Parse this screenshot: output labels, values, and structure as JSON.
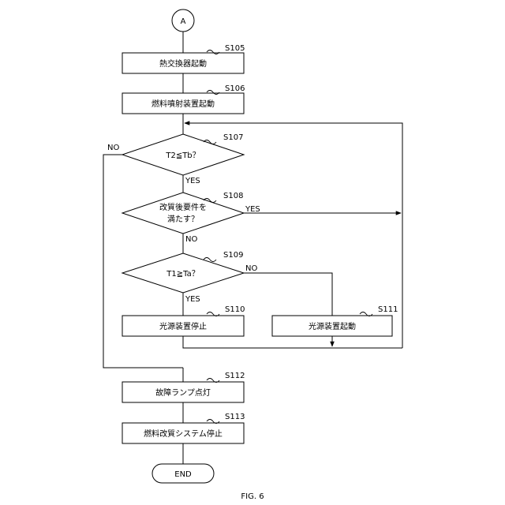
{
  "connector": {
    "label": "A"
  },
  "steps": {
    "s105": {
      "id": "S105",
      "label": "熱交換器起動"
    },
    "s106": {
      "id": "S106",
      "label": "燃料噴射装置起動"
    },
    "s107": {
      "id": "S107",
      "label": "T2≦Tb？"
    },
    "s108": {
      "id": "S108",
      "line1": "改質後要件を",
      "line2": "満たす？"
    },
    "s109": {
      "id": "S109",
      "label": "T1≧Ta？"
    },
    "s110": {
      "id": "S110",
      "label": "光源装置停止"
    },
    "s111": {
      "id": "S111",
      "label": "光源装置起動"
    },
    "s112": {
      "id": "S112",
      "label": "故障ランプ点灯"
    },
    "s113": {
      "id": "S113",
      "label": "燃料改質システム停止"
    }
  },
  "branches": {
    "s107_no": "NO",
    "s107_yes": "YES",
    "s108_yes": "YES",
    "s108_no": "NO",
    "s109_no": "NO",
    "s109_yes": "YES"
  },
  "end": {
    "label": "END"
  },
  "caption": "FIG. 6"
}
